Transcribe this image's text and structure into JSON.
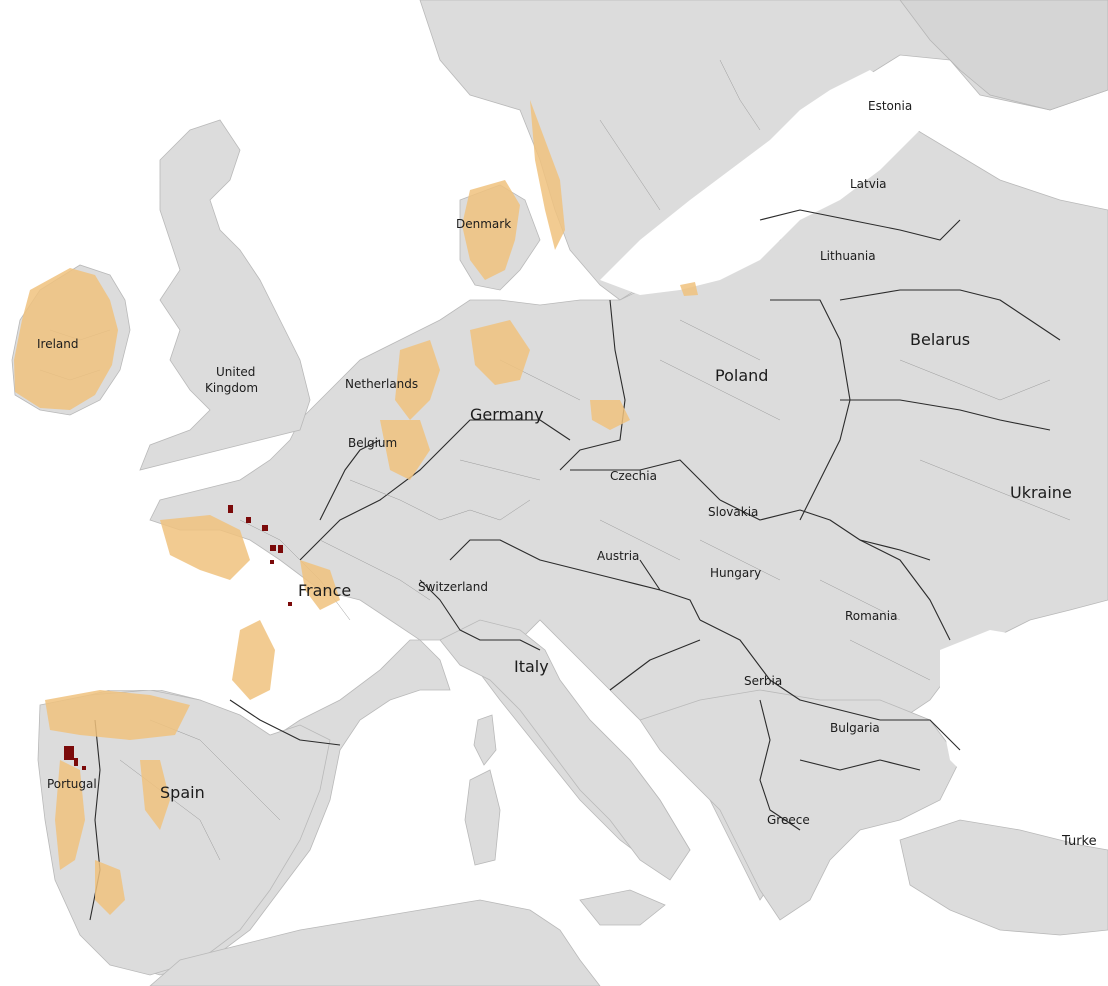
{
  "map": {
    "colors": {
      "land": "#dcdcdc",
      "sea": "#ffffff",
      "border": "#2b2b2b",
      "highlight_light": "#f0c27e",
      "highlight_strong": "#7b0a0a"
    },
    "labels": {
      "estonia": "Estonia",
      "latvia": "Latvia",
      "lithuania": "Lithuania",
      "denmark": "Denmark",
      "ireland": "Ireland",
      "uk_line1": "United",
      "uk_line2": "Kingdom",
      "netherlands": "Netherlands",
      "belgium": "Belgium",
      "germany": "Germany",
      "poland": "Poland",
      "belarus": "Belarus",
      "czechia": "Czechia",
      "slovakia": "Slovakia",
      "ukraine": "Ukraine",
      "austria": "Austria",
      "hungary": "Hungary",
      "switzerland": "Switzerland",
      "france": "France",
      "romania": "Romania",
      "italy": "Italy",
      "serbia": "Serbia",
      "bulgaria": "Bulgaria",
      "portugal": "Portugal",
      "spain": "Spain",
      "greece": "Greece",
      "turkey": "Turke"
    }
  }
}
